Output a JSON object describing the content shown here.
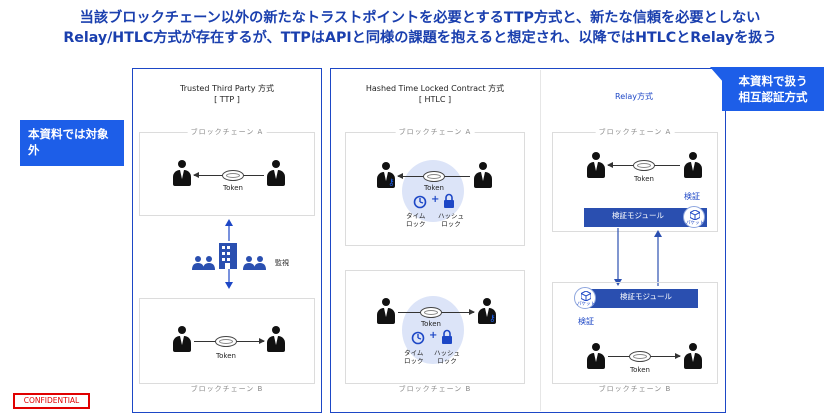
{
  "header": {
    "line1": "当該ブロックチェーン以外の新たなトラストポイントを必要とするTTP方式と、新たな信頼を必要としない",
    "line2": "Relay/HTLC方式が存在するが、TTPはAPIと同様の課題を抱えると想定され、以降ではHTLCとRelayを扱う"
  },
  "callouts": {
    "out_of_scope": "本資料では対象外",
    "in_scope_line1": "本資料で扱う",
    "in_scope_line2": "相互認証方式"
  },
  "ttp": {
    "title_line1": "Trusted Third Party 方式",
    "title_line2": "[ TTP ]",
    "chain_a": "ブロックチェーン A",
    "chain_b": "ブロックチェーン B",
    "token_a": "Token",
    "token_b": "Token",
    "monitor": "監視"
  },
  "htlc": {
    "title_line1": "Hashed Time Locked Contract 方式",
    "title_line2": "[ HTLC ]",
    "chain_a": "ブロックチェーン A",
    "chain_b": "ブロックチェーン B",
    "token_a": "Token",
    "token_b": "Token",
    "timelock_a_1": "タイム",
    "timelock_a_2": "ロック",
    "hashlock_a_1": "ハッシュ",
    "hashlock_a_2": "ロック",
    "timelock_b_1": "タイム",
    "timelock_b_2": "ロック",
    "hashlock_b_1": "ハッシュ",
    "hashlock_b_2": "ロック",
    "plus": "+"
  },
  "relay": {
    "title": "Relay方式",
    "chain_a": "ブロックチェーン A",
    "chain_b": "ブロックチェーン B",
    "token_a": "Token",
    "token_b": "Token",
    "verify_top": "検証",
    "verify_bottom": "検証",
    "module_top": "検証モジュール",
    "module_bottom": "検証モジュール",
    "packet_label": "パケット"
  },
  "footer": {
    "confidential": "CONFIDENTIAL"
  },
  "colors": {
    "accent": "#1d5ee8",
    "heading": "#1a3fae",
    "module": "#2a4fb0",
    "confidential": "#e00000"
  },
  "icons": [
    "person-icon",
    "key-icon",
    "token-icon",
    "building-icon",
    "group-icon",
    "timer-icon",
    "lock-icon",
    "packet-icon"
  ]
}
